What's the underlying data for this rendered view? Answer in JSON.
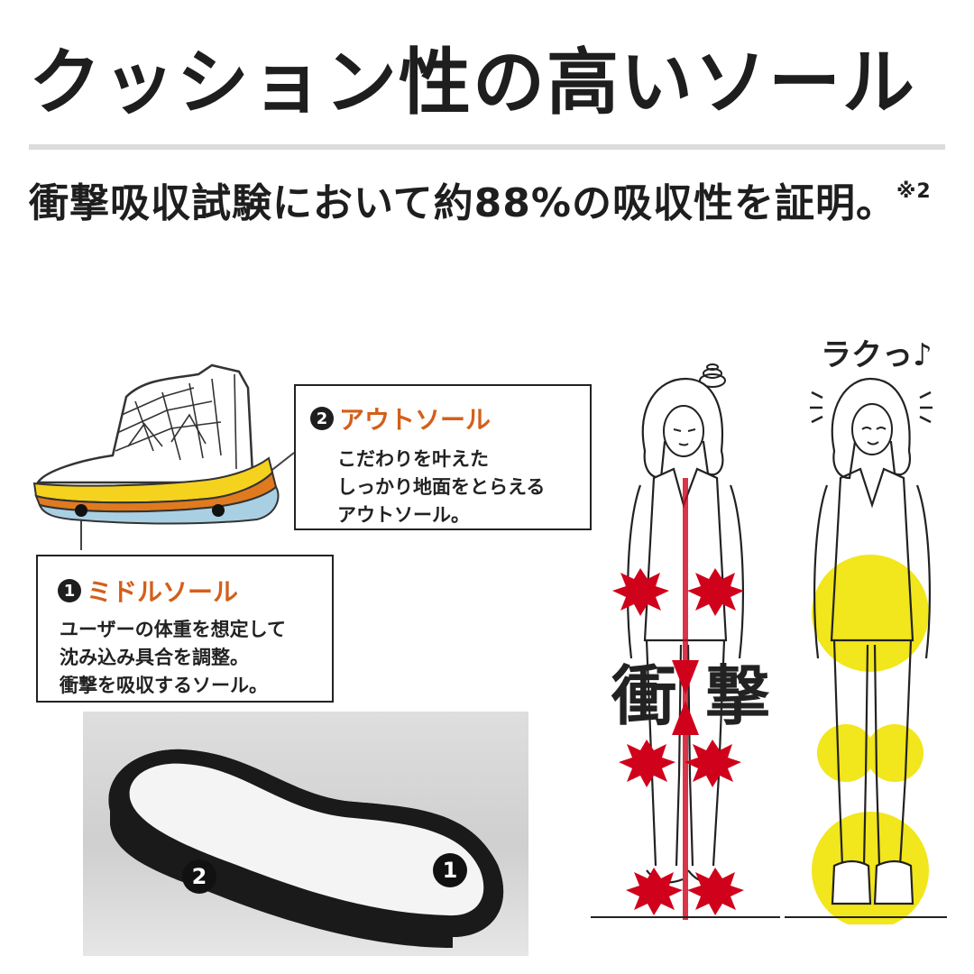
{
  "title": "クッション性の高いソール",
  "subtitle": {
    "text": "衝撃吸収試験において約88%の吸収性を証明。",
    "note": "※2"
  },
  "outsole_box": {
    "number": "2",
    "heading": "アウトソール",
    "lines": [
      "こだわりを叶えた",
      "しっかり地面をとらえる",
      "アウトソール。"
    ]
  },
  "midsole_box": {
    "number": "1",
    "heading": "ミドルソール",
    "lines": [
      "ユーザーの体重を想定して",
      "沈み込み具合を調整。",
      "衝撃を吸収するソール。"
    ]
  },
  "photo_labels": {
    "midsole": "1",
    "outsole": "2"
  },
  "impact_label": {
    "left": "衝",
    "right": "撃"
  },
  "comfort_label": "ラクっ♪",
  "colors": {
    "accent_orange": "#d35f1a",
    "impact_red": "#d0021b",
    "comfort_yellow": "#f2e61c",
    "sole_yellow": "#f5d21e",
    "sole_blue": "#a9cfe3"
  },
  "icons": [
    "shoe-illustration",
    "sole-photo",
    "impact-figure",
    "comfort-figure",
    "dizzy-icon",
    "music-note-icon"
  ]
}
